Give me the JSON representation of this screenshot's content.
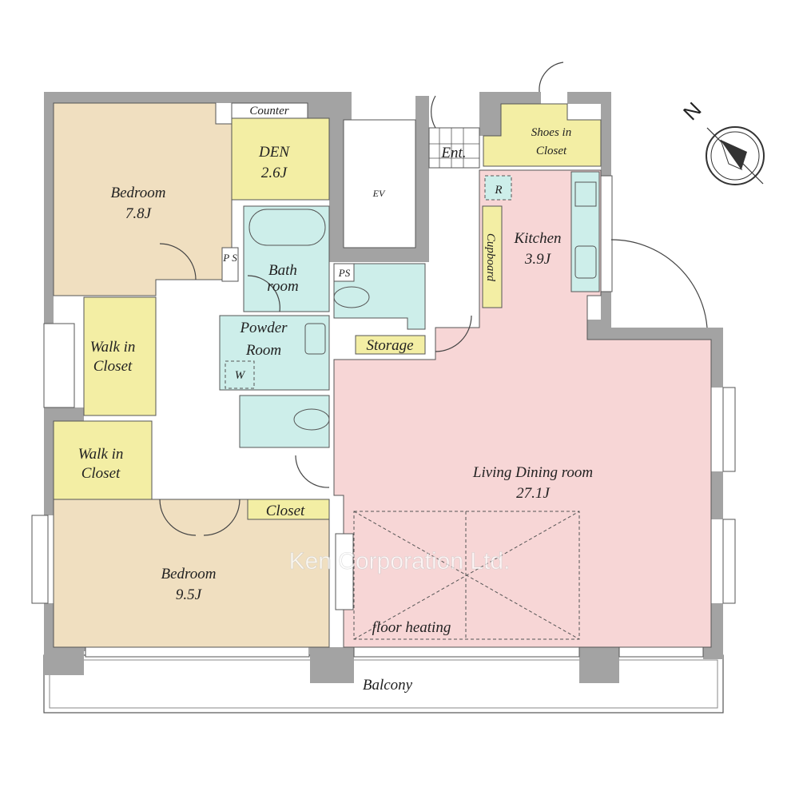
{
  "title": "Floor plan",
  "rooms": {
    "bedroom1": {
      "name": "Bedroom",
      "size": "7.8J"
    },
    "counter": {
      "name": "Counter"
    },
    "den": {
      "name": "DEN",
      "size": "2.6J"
    },
    "ev": {
      "name": "EV"
    },
    "entrance": {
      "name": "Ent."
    },
    "shoes_closet": {
      "line1": "Shoes in",
      "line2": "Closet"
    },
    "refrigerator": {
      "name": "R"
    },
    "cupboard": {
      "name": "Cupboard"
    },
    "kitchen": {
      "name": "Kitchen",
      "size": "3.9J"
    },
    "ps1": {
      "name": "P S"
    },
    "ps2": {
      "name": "PS"
    },
    "bath": {
      "line1": "Bath",
      "line2": "room"
    },
    "powder": {
      "line1": "Powder",
      "line2": "Room"
    },
    "washer": {
      "name": "W"
    },
    "storage": {
      "name": "Storage"
    },
    "walkin1": {
      "line1": "Walk in",
      "line2": "Closet"
    },
    "walkin2": {
      "line1": "Walk in",
      "line2": "Closet"
    },
    "closet": {
      "name": "Closet"
    },
    "living": {
      "name": "Living Dining room",
      "size": "27.1J"
    },
    "bedroom2": {
      "name": "Bedroom",
      "size": "9.5J"
    },
    "floor_heating": {
      "name": "floor heating"
    },
    "balcony": {
      "name": "Balcony"
    }
  },
  "compass": {
    "label": "N"
  },
  "watermark": "Ken Corporation Ltd.",
  "colors": {
    "wall": "#a3a3a3",
    "bedroom": "#f0dfc0",
    "closet": "#f3eea4",
    "wet": "#cdeeea",
    "living": "#f7d6d6"
  }
}
